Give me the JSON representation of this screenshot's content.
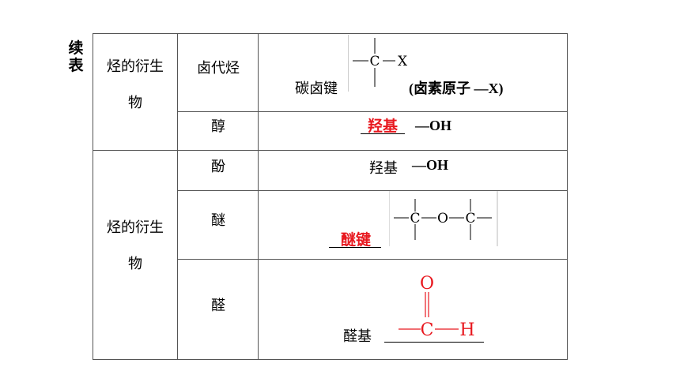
{
  "side_label": "续表",
  "table": {
    "group1": {
      "category": [
        "烃的衍生",
        "物"
      ],
      "rows": [
        {
          "name": "卤代烃",
          "desc_prefix": "碳卤键",
          "desc_suffix": "(卤素原子  —X)",
          "struct": {
            "c": "C",
            "x": "X"
          }
        },
        {
          "name": "醇",
          "answer": "羟基",
          "desc_suffix": "—OH"
        }
      ]
    },
    "group2": {
      "category": [
        "烃的衍生",
        "物"
      ],
      "rows": [
        {
          "name": "酚",
          "desc_prefix": "羟基",
          "desc_suffix": "—OH"
        },
        {
          "name": "醚",
          "answer": "醚键",
          "struct": {
            "c1": "C",
            "o": "O",
            "c2": "C"
          }
        },
        {
          "name": "醛",
          "desc_prefix": "醛基",
          "struct": {
            "o": "O",
            "c": "C",
            "h": "H"
          }
        }
      ]
    }
  },
  "colors": {
    "answer": "#e8181f",
    "struct_red": "#e8181f",
    "border": "#555555"
  }
}
